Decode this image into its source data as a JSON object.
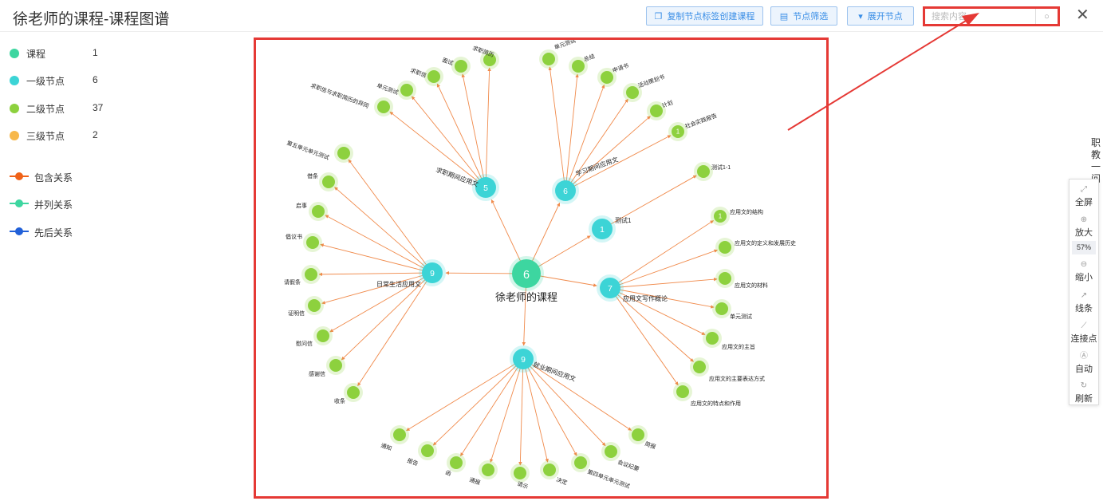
{
  "page_title": "徐老师的课程-课程图谱",
  "toolbar": {
    "copy_label": "复制节点标签创建课程",
    "filter_label": "节点筛选",
    "expand_label": "展开节点",
    "search_placeholder": "搜索内容",
    "close_symbol": "✕"
  },
  "legend": {
    "node_types": [
      {
        "label": "课程",
        "count": "1",
        "color": "#3dd6a0"
      },
      {
        "label": "一级节点",
        "count": "6",
        "color": "#3cd4d6"
      },
      {
        "label": "二级节点",
        "count": "37",
        "color": "#8dd13e"
      },
      {
        "label": "三级节点",
        "count": "2",
        "color": "#f7b84b"
      }
    ],
    "relations": [
      {
        "label": "包含关系",
        "color": "#f06218"
      },
      {
        "label": "并列关系",
        "color": "#3dd6a0"
      },
      {
        "label": "先后关系",
        "color": "#2160d8"
      }
    ]
  },
  "side_text": "职教一问",
  "side_toolbar": {
    "fullscreen": "全屏",
    "zoom_in": "放大",
    "zoom_level": "57%",
    "zoom_out": "缩小",
    "lines": "线条",
    "connect": "连接点",
    "auto": "自动",
    "refresh": "刷新"
  },
  "graph": {
    "colors": {
      "root": "#3dd6a0",
      "level1": "#3cd4d6",
      "level2": "#8dd13e",
      "edge": "#f08a4b"
    },
    "root": {
      "label": "徐老师的课程",
      "badge": "6"
    },
    "level1": [
      {
        "label": "求职期间应用文",
        "badge": "5"
      },
      {
        "label": "学习期间应用文",
        "badge": "6"
      },
      {
        "label": "测试1",
        "badge": "1"
      },
      {
        "label": "应用文写作概论",
        "badge": "7"
      },
      {
        "label": "就业期间应用文",
        "badge": "9"
      },
      {
        "label": "日常生活应用文",
        "badge": "9"
      }
    ],
    "level2": [
      {
        "label": "求职简历",
        "badge": ""
      },
      {
        "label": "面试",
        "badge": ""
      },
      {
        "label": "求职信",
        "badge": ""
      },
      {
        "label": "单元测试",
        "badge": ""
      },
      {
        "label": "求职信与求职简历的异同",
        "badge": ""
      },
      {
        "label": "单元测试",
        "badge": ""
      },
      {
        "label": "总结",
        "badge": ""
      },
      {
        "label": "申请书",
        "badge": ""
      },
      {
        "label": "活动策划书",
        "badge": ""
      },
      {
        "label": "计划",
        "badge": ""
      },
      {
        "label": "社会实践报告",
        "badge": "1"
      },
      {
        "label": "测试1-1",
        "badge": ""
      },
      {
        "label": "应用文的结构",
        "badge": "1"
      },
      {
        "label": "应用文的定义和发展历史",
        "badge": ""
      },
      {
        "label": "应用文的材料",
        "badge": ""
      },
      {
        "label": "单元测试",
        "badge": ""
      },
      {
        "label": "应用文的主旨",
        "badge": ""
      },
      {
        "label": "应用文的主要表达方式",
        "badge": ""
      },
      {
        "label": "应用文的特点和作用",
        "badge": ""
      },
      {
        "label": "简报",
        "badge": ""
      },
      {
        "label": "会议纪要",
        "badge": ""
      },
      {
        "label": "第四单元单元测试",
        "badge": ""
      },
      {
        "label": "决定",
        "badge": ""
      },
      {
        "label": "请示",
        "badge": ""
      },
      {
        "label": "通报",
        "badge": ""
      },
      {
        "label": "函",
        "badge": ""
      },
      {
        "label": "报告",
        "badge": ""
      },
      {
        "label": "通知",
        "badge": ""
      },
      {
        "label": "第五单元单元测试",
        "badge": ""
      },
      {
        "label": "借条",
        "badge": ""
      },
      {
        "label": "启事",
        "badge": ""
      },
      {
        "label": "倡议书",
        "badge": ""
      },
      {
        "label": "请假条",
        "badge": ""
      },
      {
        "label": "证明信",
        "badge": ""
      },
      {
        "label": "慰问信",
        "badge": ""
      },
      {
        "label": "感谢信",
        "badge": ""
      },
      {
        "label": "收条",
        "badge": ""
      }
    ]
  }
}
